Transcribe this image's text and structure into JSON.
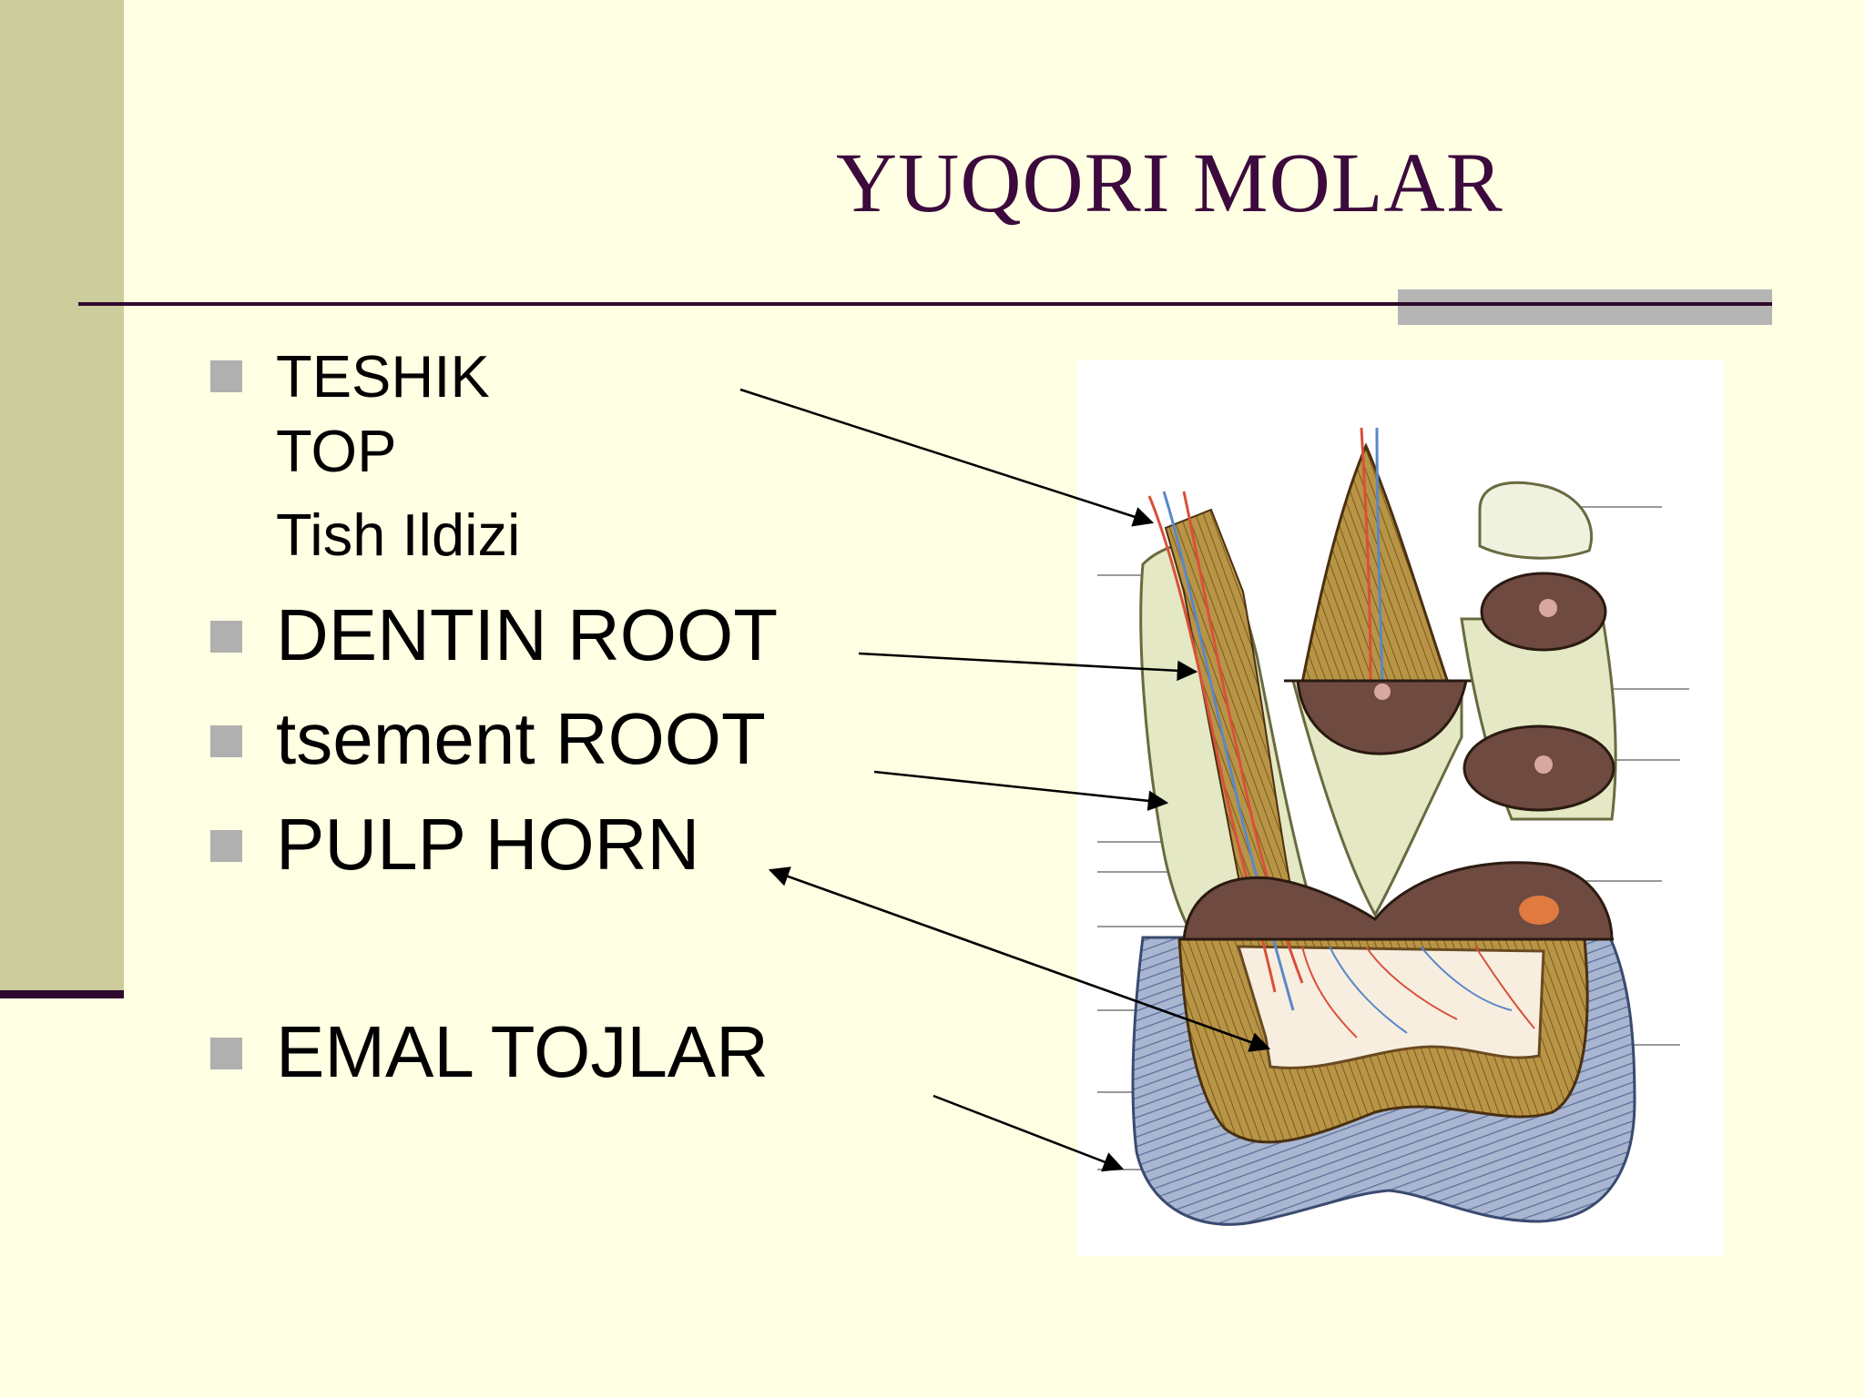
{
  "title": "YUQORI MOLAR",
  "labels": {
    "teshik": "TESHIK",
    "top": "TOP",
    "tish_ildizi": "Tish Ildizi",
    "dentin_root": "DENTIN ROOT",
    "tsement_root": "tsement ROOT",
    "pulp_horn": "PULP HORN",
    "emal_tojlar": "EMAL TOJLAR"
  },
  "colors": {
    "background": "#ffffe3",
    "side_band": "#cccc9c",
    "title_text": "#3c0a3c",
    "rule": "#2e0a2e",
    "bullet": "#b0b0b0",
    "enamel": "#8ea0c4",
    "dentin": "#b08a32",
    "cementum": "#e4e8c4",
    "pulp": "#f7eee0",
    "cross_section": "#6e4a40",
    "artery": "#d9503a",
    "vein": "#5a88c8"
  }
}
